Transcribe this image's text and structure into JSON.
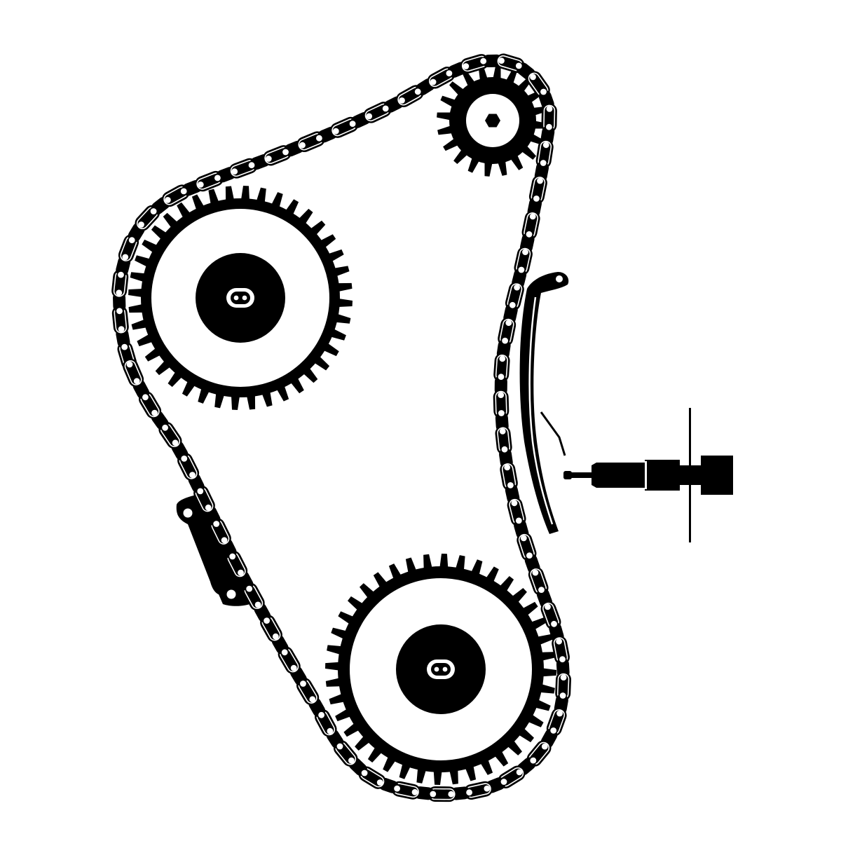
{
  "diagram": {
    "colors": {
      "ink": "#000000",
      "paper": "#ffffff"
    },
    "components": [
      {
        "id": "upper-left-sprocket",
        "kind": "sprocket",
        "teeth": 40
      },
      {
        "id": "small-upper-right-sprocket",
        "kind": "sprocket",
        "teeth": 20
      },
      {
        "id": "bottom-sprocket",
        "kind": "sprocket",
        "teeth": 40
      },
      {
        "id": "timing-chain",
        "kind": "roller-chain"
      },
      {
        "id": "tensioner-guide-rail",
        "kind": "curved-guide"
      },
      {
        "id": "hydraulic-tensioner",
        "kind": "tensioner-plunger"
      },
      {
        "id": "left-chain-guide",
        "kind": "fixed-guide"
      }
    ]
  }
}
